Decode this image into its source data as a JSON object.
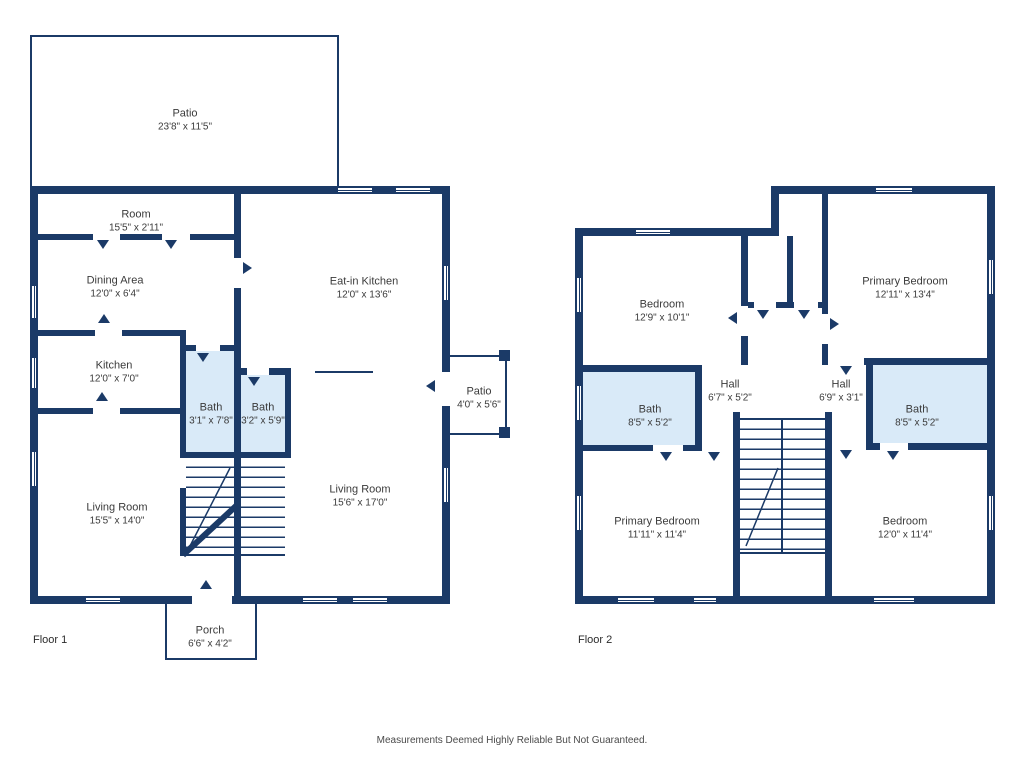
{
  "footer": {
    "disclaimer": "Measurements Deemed Highly Reliable But Not Guaranteed."
  },
  "colors": {
    "wall": "#1b3a67",
    "bath_fill": "#d9eaf8",
    "text": "#3b3b3b"
  },
  "floor1": {
    "label": "Floor 1",
    "rooms": {
      "patio_top": {
        "name": "Patio",
        "dims": "23'8\" x 11'5\""
      },
      "room": {
        "name": "Room",
        "dims": "15'5\" x 2'11\""
      },
      "dining": {
        "name": "Dining Area",
        "dims": "12'0\" x 6'4\""
      },
      "eatin": {
        "name": "Eat-in Kitchen",
        "dims": "12'0\" x 13'6\""
      },
      "kitchen": {
        "name": "Kitchen",
        "dims": "12'0\" x 7'0\""
      },
      "bath_a": {
        "name": "Bath",
        "dims": "3'1\" x 7'8\""
      },
      "bath_b": {
        "name": "Bath",
        "dims": "3'2\" x 5'9\""
      },
      "patio_side": {
        "name": "Patio",
        "dims": "4'0\" x 5'6\""
      },
      "living_a": {
        "name": "Living Room",
        "dims": "15'5\" x 14'0\""
      },
      "living_b": {
        "name": "Living Room",
        "dims": "15'6\" x 17'0\""
      },
      "porch": {
        "name": "Porch",
        "dims": "6'6\" x 4'2\""
      }
    }
  },
  "floor2": {
    "label": "Floor 2",
    "rooms": {
      "bedroom_a": {
        "name": "Bedroom",
        "dims": "12'9\" x 10'1\""
      },
      "primary_a": {
        "name": "Primary Bedroom",
        "dims": "12'11\" x 13'4\""
      },
      "bath_left": {
        "name": "Bath",
        "dims": "8'5\" x 5'2\""
      },
      "hall_left": {
        "name": "Hall",
        "dims": "6'7\" x 5'2\""
      },
      "hall_right": {
        "name": "Hall",
        "dims": "6'9\" x 3'1\""
      },
      "bath_right": {
        "name": "Bath",
        "dims": "8'5\" x 5'2\""
      },
      "primary_b": {
        "name": "Primary Bedroom",
        "dims": "11'11\" x 11'4\""
      },
      "bedroom_b": {
        "name": "Bedroom",
        "dims": "12'0\" x 11'4\""
      }
    }
  }
}
